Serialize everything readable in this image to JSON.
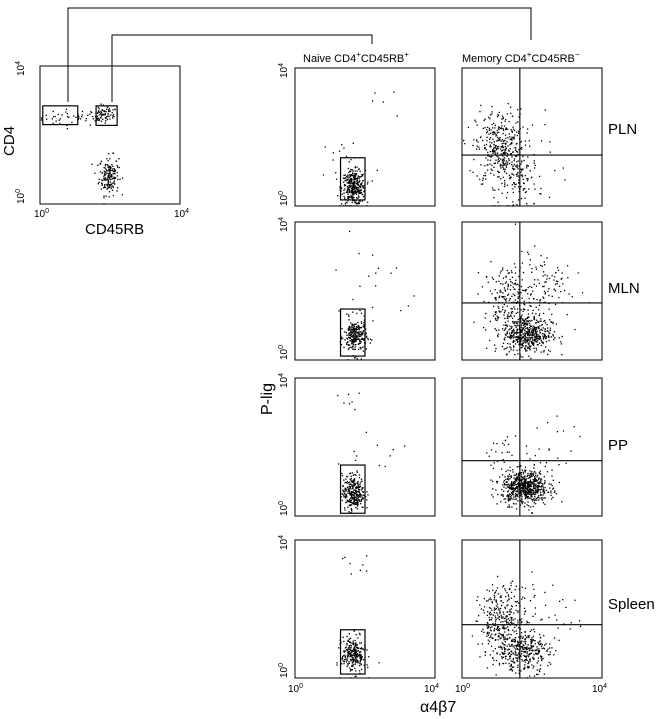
{
  "colors": {
    "ink": "#000000",
    "background": "#ffffff"
  },
  "chart_data": [
    {
      "type": "scatter",
      "id": "gating",
      "xlabel": "CD45RB",
      "ylabel": "CD4",
      "scale": "log",
      "xlim": [
        1,
        10000
      ],
      "ylim": [
        1,
        10000
      ],
      "x_ticks": [
        {
          "label": "10",
          "sup": "0"
        },
        {
          "label": "10",
          "sup": "4"
        }
      ],
      "y_ticks": [
        {
          "label": "10",
          "sup": "0"
        },
        {
          "label": "10",
          "sup": "4"
        }
      ],
      "gates": [
        {
          "x": [
            1.2,
            12
          ],
          "y": [
            200,
            700
          ]
        },
        {
          "x": [
            40,
            160
          ],
          "y": [
            190,
            700
          ]
        }
      ],
      "clusters": [
        {
          "cx": 8,
          "cy": 330,
          "sx": 0.45,
          "sy": 0.12,
          "n": 40
        },
        {
          "cx": 55,
          "cy": 370,
          "sx": 0.15,
          "sy": 0.1,
          "n": 45
        },
        {
          "cx": 80,
          "cy": 450,
          "sx": 0.15,
          "sy": 0.12,
          "n": 30
        },
        {
          "cx": 90,
          "cy": 7,
          "sx": 0.14,
          "sy": 0.28,
          "n": 170
        }
      ]
    },
    {
      "type": "scatter",
      "id": "naive-pln",
      "population": "Naive CD4+CD45RB+",
      "tissue": "PLN",
      "xlabel": "α4β7",
      "ylabel": "P-lig",
      "scale": "log",
      "xlim": [
        1,
        10000
      ],
      "ylim": [
        1,
        10000
      ],
      "gate": {
        "x": [
          20,
          100
        ],
        "y": [
          1.5,
          25
        ]
      },
      "clusters": [
        {
          "cx": 45,
          "cy": 3.5,
          "sx": 0.17,
          "sy": 0.25,
          "n": 340
        },
        {
          "cx": 30,
          "cy": 20,
          "sx": 0.4,
          "sy": 0.4,
          "n": 18
        },
        {
          "cx": 400,
          "cy": 800,
          "sx": 0.6,
          "sy": 0.5,
          "n": 5
        }
      ]
    },
    {
      "type": "scatter",
      "id": "memory-pln",
      "population": "Memory CD4+CD45RB-",
      "tissue": "PLN",
      "xlabel": "α4β7",
      "ylabel": "P-lig",
      "scale": "log",
      "xlim": [
        1,
        10000
      ],
      "ylim": [
        1,
        10000
      ],
      "quadrant": {
        "x": 45,
        "y": 30
      },
      "clusters": [
        {
          "cx": 12,
          "cy": 50,
          "sx": 0.35,
          "sy": 0.55,
          "n": 380
        },
        {
          "cx": 50,
          "cy": 5,
          "sx": 0.3,
          "sy": 0.4,
          "n": 90
        },
        {
          "cx": 300,
          "cy": 40,
          "sx": 0.5,
          "sy": 0.5,
          "n": 12
        }
      ]
    },
    {
      "type": "scatter",
      "id": "naive-mln",
      "population": "Naive CD4+CD45RB+",
      "tissue": "MLN",
      "xlabel": "α4β7",
      "ylabel": "P-lig",
      "scale": "log",
      "xlim": [
        1,
        10000
      ],
      "ylim": [
        1,
        10000
      ],
      "gate": {
        "x": [
          20,
          100
        ],
        "y": [
          1.3,
          30
        ]
      },
      "clusters": [
        {
          "cx": 50,
          "cy": 5,
          "sx": 0.16,
          "sy": 0.26,
          "n": 250
        },
        {
          "cx": 60,
          "cy": 150,
          "sx": 0.5,
          "sy": 0.6,
          "n": 15
        },
        {
          "cx": 500,
          "cy": 40,
          "sx": 0.5,
          "sy": 0.5,
          "n": 6
        }
      ]
    },
    {
      "type": "scatter",
      "id": "memory-mln",
      "population": "Memory CD4+CD45RB-",
      "tissue": "MLN",
      "xlabel": "α4β7",
      "ylabel": "P-lig",
      "scale": "log",
      "xlim": [
        1,
        10000
      ],
      "ylim": [
        1,
        10000
      ],
      "quadrant": {
        "x": 45,
        "y": 45
      },
      "clusters": [
        {
          "cx": 70,
          "cy": 6,
          "sx": 0.35,
          "sy": 0.28,
          "n": 500
        },
        {
          "cx": 20,
          "cy": 60,
          "sx": 0.35,
          "sy": 0.5,
          "n": 200
        },
        {
          "cx": 200,
          "cy": 150,
          "sx": 0.4,
          "sy": 0.5,
          "n": 100
        }
      ]
    },
    {
      "type": "scatter",
      "id": "naive-pp",
      "population": "Naive CD4+CD45RB+",
      "tissue": "PP",
      "xlabel": "α4β7",
      "ylabel": "P-lig",
      "scale": "log",
      "xlim": [
        1,
        10000
      ],
      "ylim": [
        1,
        10000
      ],
      "gate": {
        "x": [
          20,
          100
        ],
        "y": [
          1.2,
          30
        ]
      },
      "clusters": [
        {
          "cx": 45,
          "cy": 5,
          "sx": 0.16,
          "sy": 0.26,
          "n": 300
        },
        {
          "cx": 40,
          "cy": 2000,
          "sx": 0.2,
          "sy": 0.15,
          "n": 7
        },
        {
          "cx": 200,
          "cy": 60,
          "sx": 0.6,
          "sy": 0.5,
          "n": 10
        }
      ]
    },
    {
      "type": "scatter",
      "id": "memory-pp",
      "population": "Memory CD4+CD45RB-",
      "tissue": "PP",
      "xlabel": "α4β7",
      "ylabel": "P-lig",
      "scale": "log",
      "xlim": [
        1,
        10000
      ],
      "ylim": [
        1,
        10000
      ],
      "quadrant": {
        "x": 45,
        "y": 40
      },
      "clusters": [
        {
          "cx": 60,
          "cy": 7,
          "sx": 0.33,
          "sy": 0.24,
          "n": 650
        },
        {
          "cx": 12,
          "cy": 40,
          "sx": 0.3,
          "sy": 0.4,
          "n": 25
        },
        {
          "cx": 200,
          "cy": 80,
          "sx": 0.5,
          "sy": 0.5,
          "n": 25
        }
      ]
    },
    {
      "type": "scatter",
      "id": "naive-spleen",
      "population": "Naive CD4+CD45RB+",
      "tissue": "Spleen",
      "xlabel": "α4β7",
      "ylabel": "P-lig",
      "scale": "log",
      "xlim": [
        1,
        10000
      ],
      "ylim": [
        1,
        10000
      ],
      "gate": {
        "x": [
          20,
          100
        ],
        "y": [
          1.3,
          25
        ]
      },
      "clusters": [
        {
          "cx": 45,
          "cy": 5,
          "sx": 0.17,
          "sy": 0.26,
          "n": 260
        },
        {
          "cx": 40,
          "cy": 1500,
          "sx": 0.25,
          "sy": 0.3,
          "n": 8
        }
      ]
    },
    {
      "type": "scatter",
      "id": "memory-spleen",
      "population": "Memory CD4+CD45RB-",
      "tissue": "Spleen",
      "xlabel": "α4β7",
      "ylabel": "P-lig",
      "scale": "log",
      "xlim": [
        1,
        10000
      ],
      "ylim": [
        1,
        10000
      ],
      "quadrant": {
        "x": 45,
        "y": 35
      },
      "clusters": [
        {
          "cx": 15,
          "cy": 40,
          "sx": 0.35,
          "sy": 0.55,
          "n": 360
        },
        {
          "cx": 60,
          "cy": 6,
          "sx": 0.35,
          "sy": 0.3,
          "n": 300
        },
        {
          "cx": 300,
          "cy": 60,
          "sx": 0.5,
          "sy": 0.5,
          "n": 25
        }
      ]
    }
  ],
  "labels": {
    "naive_prefix": "Naive CD4",
    "naive_sup1": "+",
    "naive_mid": "CD45RB",
    "naive_sup2": "+",
    "memory_prefix": "Memory CD4",
    "memory_sup1": "+",
    "memory_mid": "CD45RB",
    "memory_sup2": "−",
    "y_axis": "P-lig",
    "x_axis": "α4β7",
    "tissues": [
      "PLN",
      "MLN",
      "PP",
      "Spleen"
    ]
  }
}
